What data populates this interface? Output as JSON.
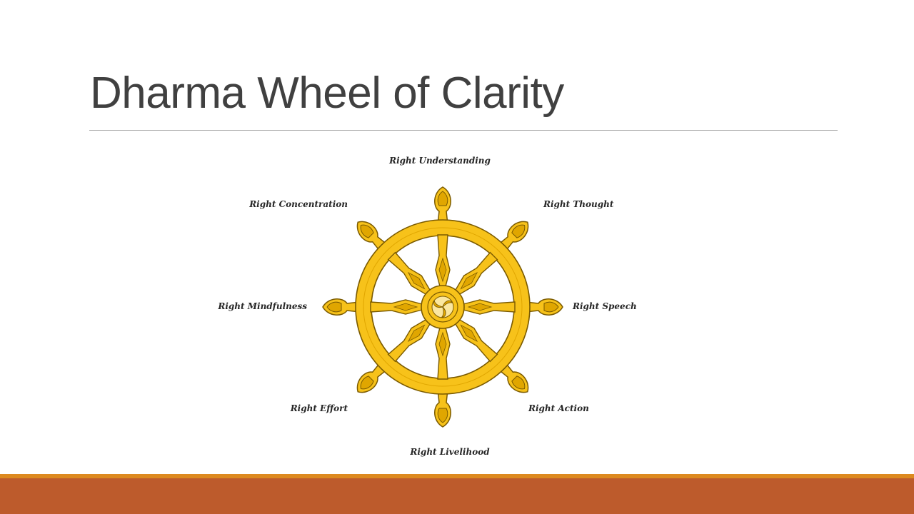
{
  "slide": {
    "title": "Dharma Wheel of Clarity"
  },
  "wheel": {
    "labels": {
      "top": "Right Understanding",
      "top_right": "Right Thought",
      "right": "Right Speech",
      "bottom_right": "Right Action",
      "bottom": "Right Livelihood",
      "bottom_left": "Right Effort",
      "left": "Right Mindfulness",
      "top_left": "Right Concentration"
    }
  },
  "colors": {
    "title_text": "#404040",
    "rule": "#a6a6a6",
    "wheel_gold": "#f7c21a",
    "wheel_gold_dark": "#e0a600",
    "wheel_outline": "#7a5a00",
    "hub_light": "#fbe7a0",
    "footer_stripe": "#dd8a1f",
    "footer_bar": "#bd5b2c"
  }
}
